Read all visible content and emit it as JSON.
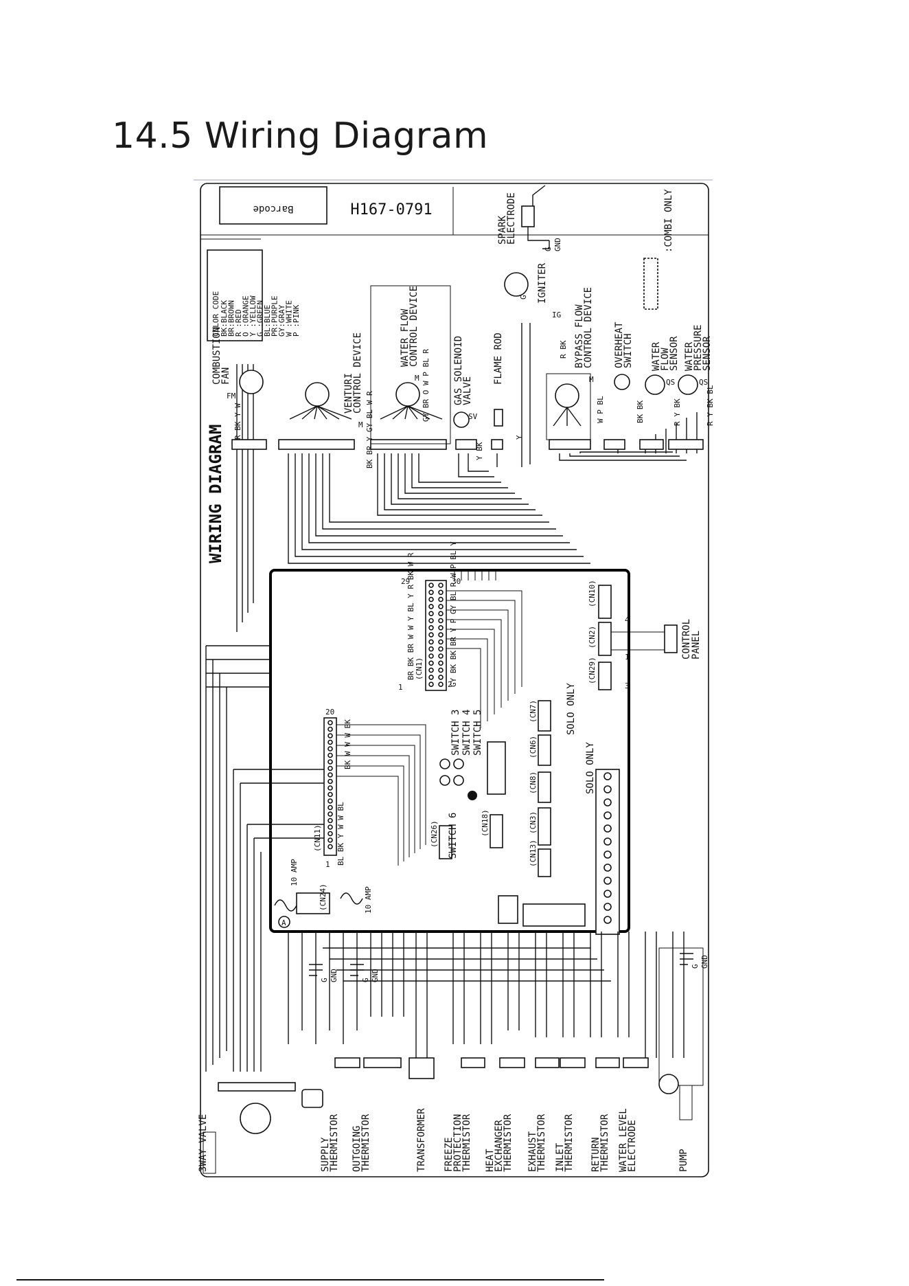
{
  "page": {
    "title": "14.5 Wiring Diagram"
  },
  "diagram": {
    "header": {
      "barcode_label": "Barcode",
      "model_code": "H167-0791",
      "main_title": "WIRING DIAGRAM",
      "combi_only": ":COMBI ONLY"
    },
    "color_code": {
      "title": "COLOR CODE",
      "entries": [
        "BK:BLACK",
        "BR:BROWN",
        "R :RED",
        "O :ORANGE",
        "Y :YELLOW",
        "G :GREEN",
        "BL:BLUE",
        "PR:PURPLE",
        "GY:GRAY",
        "W :WHITE",
        "P :PINK"
      ]
    },
    "top_components": [
      {
        "id": "combustion-fan",
        "lines": [
          "COMBUSTION",
          "FAN"
        ],
        "symbol": "FM",
        "wires": "R BK Y W"
      },
      {
        "id": "venturi",
        "lines": [
          "VENTURI",
          "CONTROL DEVICE"
        ],
        "symbol": "M",
        "wires": "BK BR Y GY BL W R"
      },
      {
        "id": "water-flow-control",
        "lines": [
          "WATER FLOW",
          "CONTROL DEVICE"
        ],
        "symbol": "M",
        "wires": "GY BR O W P BL R"
      },
      {
        "id": "gas-solenoid",
        "lines": [
          "GAS SOLENOID",
          "VALVE"
        ],
        "symbol": "SV",
        "wires": "Y BK"
      },
      {
        "id": "flame-rod",
        "lines": [
          "FLAME ROD"
        ],
        "symbol": "",
        "wires": "Y"
      },
      {
        "id": "spark-electrode",
        "lines": [
          "SPARK",
          "ELECTRODE"
        ],
        "symbol": "",
        "wires": "G GND"
      },
      {
        "id": "igniter",
        "lines": [
          "IGNITER"
        ],
        "symbol": "IG",
        "wires": "R BK"
      },
      {
        "id": "bypass-flow",
        "lines": [
          "BYPASS FLOW",
          "CONTROL DEVICE"
        ],
        "symbol": "M",
        "wires": "W P BL"
      },
      {
        "id": "overheat-switch",
        "lines": [
          "OVERHEAT",
          "SWITCH"
        ],
        "symbol": "",
        "wires": "BK BK"
      },
      {
        "id": "water-flow-sensor",
        "lines": [
          "WATER",
          "FLOW",
          "SENSOR"
        ],
        "symbol": "QS",
        "wires": "R Y BK"
      },
      {
        "id": "water-pressure-sensor",
        "lines": [
          "WATER",
          "PRESSURE",
          "SENSOR"
        ],
        "symbol": "QS",
        "wires": "R Y BK BL"
      }
    ],
    "pcb": {
      "connectors": [
        "(CN1)",
        "(CN2)",
        "(CN3)",
        "(CN6)",
        "(CN7)",
        "(CN8)",
        "(CN10)",
        "(CN11)",
        "(CN13)",
        "(CN18)",
        "(CN24)",
        "(CN26)",
        "(CN29)"
      ],
      "cn1_row_a": "BR BK  BR W  W  Y BL  Y  R  BK W  R",
      "cn1_row_b": "GY BK  BK BR Y  P GY  BL R  W  P  BL Y",
      "cn11_row_a": "BK W  W W BK",
      "cn11_row_b": "BL BK Y  W W  BL",
      "switches": [
        "SWITCH 3",
        "SWITCH 4",
        "SWITCH 5",
        "SWITCH 6"
      ],
      "solo_only": "SOLO ONLY",
      "amp_labels": [
        "10 AMP",
        "10 AMP"
      ],
      "fuse_marker": "A",
      "pin_numbers": [
        "1",
        "2",
        "29",
        "30",
        "20",
        "1",
        "4",
        "3",
        "1"
      ],
      "control_panel": [
        "CONTROL",
        "PANEL"
      ]
    },
    "bottom_components": [
      {
        "id": "3way-valve",
        "lines": [
          "3WAY VALVE"
        ]
      },
      {
        "id": "supply-thermistor",
        "lines": [
          "SUPPLY",
          "THERMISTOR"
        ]
      },
      {
        "id": "outgoing-thermistor",
        "lines": [
          "OUTGOING",
          "THERMISTOR"
        ]
      },
      {
        "id": "transformer",
        "lines": [
          "TRANSFORMER"
        ]
      },
      {
        "id": "freeze-protection",
        "lines": [
          "FREEZE",
          "PROTECTION",
          "THERMISTOR"
        ]
      },
      {
        "id": "heat-exchanger",
        "lines": [
          "HEAT",
          "EXCHANGER",
          "THERMISTOR"
        ]
      },
      {
        "id": "exhaust-thermistor",
        "lines": [
          "EXHAUST",
          "THERMISTOR"
        ]
      },
      {
        "id": "inlet-thermistor",
        "lines": [
          "INLET",
          "THERMISTOR"
        ]
      },
      {
        "id": "return-thermistor",
        "lines": [
          "RETURN",
          "THERMISTOR"
        ]
      },
      {
        "id": "water-level",
        "lines": [
          "WATER LEVEL",
          "ELECTRODE"
        ]
      },
      {
        "id": "pump",
        "lines": [
          "PUMP"
        ]
      }
    ],
    "ground_labels": [
      "G",
      "GND"
    ]
  }
}
